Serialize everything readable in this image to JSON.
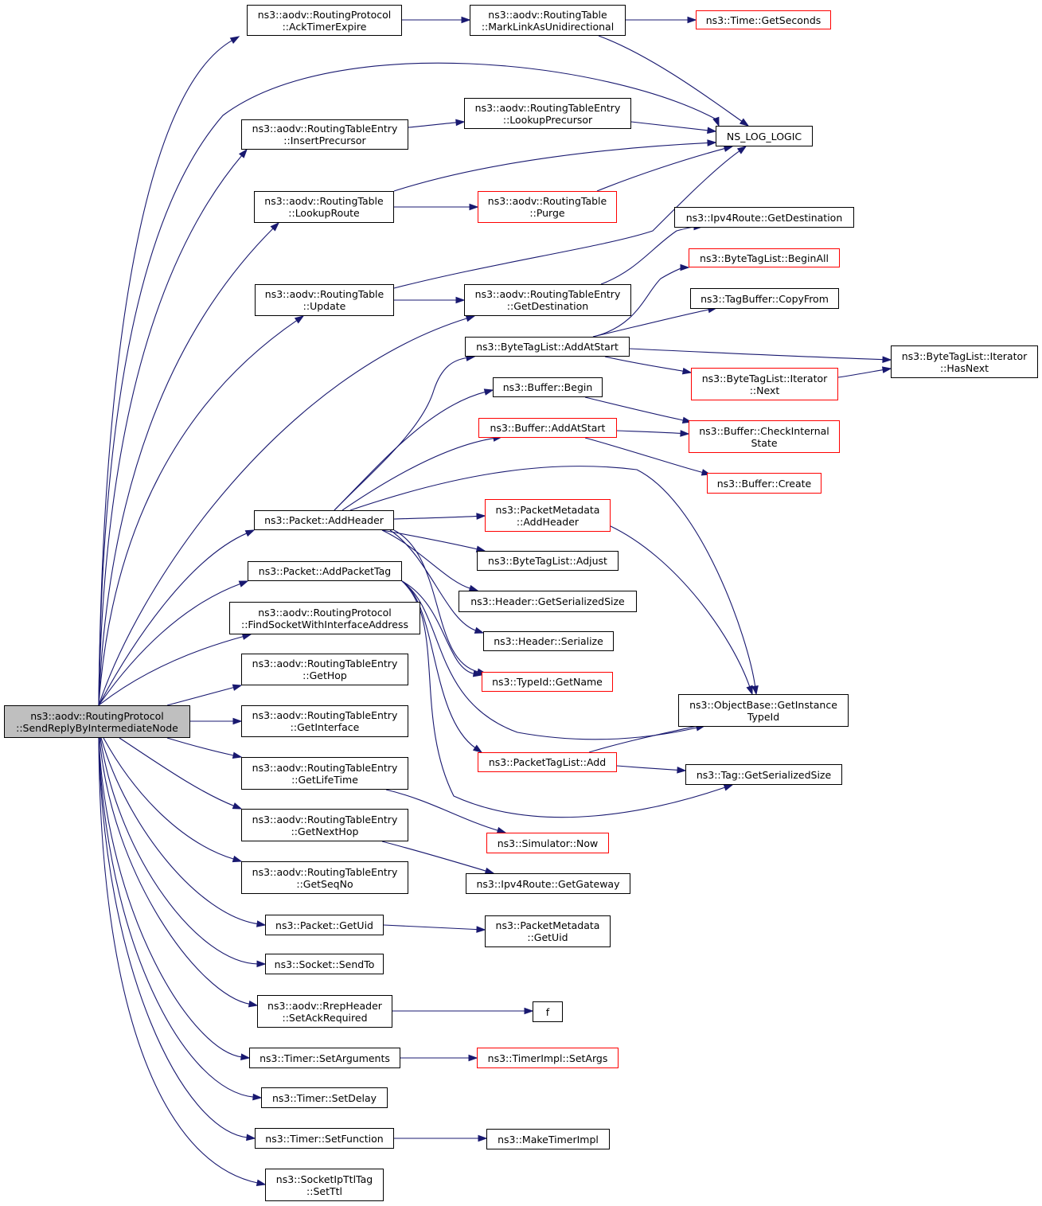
{
  "colors": {
    "edge": "#191970",
    "truncated_border": "#ff0000",
    "normal_border": "#000000",
    "root_fill": "#bfbfbf"
  },
  "nodes": [
    {
      "id": "root",
      "lines": [
        "ns3::aodv::RoutingProtocol",
        "::SendReplyByIntermediateNode"
      ],
      "style": "root"
    },
    {
      "id": "ackTimer",
      "lines": [
        "ns3::aodv::RoutingProtocol",
        "::AckTimerExpire"
      ],
      "style": "normal"
    },
    {
      "id": "markLink",
      "lines": [
        "ns3::aodv::RoutingTable",
        "::MarkLinkAsUnidirectional"
      ],
      "style": "normal"
    },
    {
      "id": "getSeconds",
      "lines": [
        "ns3::Time::GetSeconds"
      ],
      "style": "truncated"
    },
    {
      "id": "nsLog",
      "lines": [
        "NS_LOG_LOGIC"
      ],
      "style": "normal"
    },
    {
      "id": "insertPrec",
      "lines": [
        "ns3::aodv::RoutingTableEntry",
        "::InsertPrecursor"
      ],
      "style": "normal"
    },
    {
      "id": "lookupPrec",
      "lines": [
        "ns3::aodv::RoutingTableEntry",
        "::LookupPrecursor"
      ],
      "style": "normal"
    },
    {
      "id": "lookupRoute",
      "lines": [
        "ns3::aodv::RoutingTable",
        "::LookupRoute"
      ],
      "style": "normal"
    },
    {
      "id": "purge",
      "lines": [
        "ns3::aodv::RoutingTable",
        "::Purge"
      ],
      "style": "truncated"
    },
    {
      "id": "ipv4Dest",
      "lines": [
        "ns3::Ipv4Route::GetDestination"
      ],
      "style": "normal"
    },
    {
      "id": "beginAll",
      "lines": [
        "ns3::ByteTagList::BeginAll"
      ],
      "style": "truncated"
    },
    {
      "id": "update",
      "lines": [
        "ns3::aodv::RoutingTable",
        "::Update"
      ],
      "style": "normal"
    },
    {
      "id": "rteGetDest",
      "lines": [
        "ns3::aodv::RoutingTableEntry",
        "::GetDestination"
      ],
      "style": "normal"
    },
    {
      "id": "copyFrom",
      "lines": [
        "ns3::TagBuffer::CopyFrom"
      ],
      "style": "normal"
    },
    {
      "id": "addAtStartTag",
      "lines": [
        "ns3::ByteTagList::AddAtStart"
      ],
      "style": "normal"
    },
    {
      "id": "hasNext",
      "lines": [
        "ns3::ByteTagList::Iterator",
        "::HasNext"
      ],
      "style": "normal"
    },
    {
      "id": "iterNext",
      "lines": [
        "ns3::ByteTagList::Iterator",
        "::Next"
      ],
      "style": "truncated"
    },
    {
      "id": "bufBegin",
      "lines": [
        "ns3::Buffer::Begin"
      ],
      "style": "normal"
    },
    {
      "id": "bufAddAtStart",
      "lines": [
        "ns3::Buffer::AddAtStart"
      ],
      "style": "truncated"
    },
    {
      "id": "checkInternal",
      "lines": [
        "ns3::Buffer::CheckInternal",
        "State"
      ],
      "style": "truncated"
    },
    {
      "id": "bufCreate",
      "lines": [
        "ns3::Buffer::Create"
      ],
      "style": "truncated"
    },
    {
      "id": "pktAddHeader",
      "lines": [
        "ns3::Packet::AddHeader"
      ],
      "style": "normal"
    },
    {
      "id": "pmAddHeader",
      "lines": [
        "ns3::PacketMetadata",
        "::AddHeader"
      ],
      "style": "truncated"
    },
    {
      "id": "adjust",
      "lines": [
        "ns3::ByteTagList::Adjust"
      ],
      "style": "normal"
    },
    {
      "id": "addPacketTag",
      "lines": [
        "ns3::Packet::AddPacketTag"
      ],
      "style": "normal"
    },
    {
      "id": "hdrSerSize",
      "lines": [
        "ns3::Header::GetSerializedSize"
      ],
      "style": "normal"
    },
    {
      "id": "findSocket",
      "lines": [
        "ns3::aodv::RoutingProtocol",
        "::FindSocketWithInterfaceAddress"
      ],
      "style": "normal"
    },
    {
      "id": "hdrSerialize",
      "lines": [
        "ns3::Header::Serialize"
      ],
      "style": "normal"
    },
    {
      "id": "getHop",
      "lines": [
        "ns3::aodv::RoutingTableEntry",
        "::GetHop"
      ],
      "style": "normal"
    },
    {
      "id": "getName",
      "lines": [
        "ns3::TypeId::GetName"
      ],
      "style": "truncated"
    },
    {
      "id": "getInstTypeId",
      "lines": [
        "ns3::ObjectBase::GetInstance",
        "TypeId"
      ],
      "style": "normal"
    },
    {
      "id": "getInterface",
      "lines": [
        "ns3::aodv::RoutingTableEntry",
        "::GetInterface"
      ],
      "style": "normal"
    },
    {
      "id": "getLifeTime",
      "lines": [
        "ns3::aodv::RoutingTableEntry",
        "::GetLifeTime"
      ],
      "style": "normal"
    },
    {
      "id": "ptlAdd",
      "lines": [
        "ns3::PacketTagList::Add"
      ],
      "style": "truncated"
    },
    {
      "id": "tagSerSize",
      "lines": [
        "ns3::Tag::GetSerializedSize"
      ],
      "style": "normal"
    },
    {
      "id": "getNextHop",
      "lines": [
        "ns3::aodv::RoutingTableEntry",
        "::GetNextHop"
      ],
      "style": "normal"
    },
    {
      "id": "simNow",
      "lines": [
        "ns3::Simulator::Now"
      ],
      "style": "truncated"
    },
    {
      "id": "getSeqNo",
      "lines": [
        "ns3::aodv::RoutingTableEntry",
        "::GetSeqNo"
      ],
      "style": "normal"
    },
    {
      "id": "ipv4Gw",
      "lines": [
        "ns3::Ipv4Route::GetGateway"
      ],
      "style": "normal"
    },
    {
      "id": "pktGetUid",
      "lines": [
        "ns3::Packet::GetUid"
      ],
      "style": "normal"
    },
    {
      "id": "pmGetUid",
      "lines": [
        "ns3::PacketMetadata",
        "::GetUid"
      ],
      "style": "normal"
    },
    {
      "id": "sendTo",
      "lines": [
        "ns3::Socket::SendTo"
      ],
      "style": "normal"
    },
    {
      "id": "setAckReq",
      "lines": [
        "ns3::aodv::RrepHeader",
        "::SetAckRequired"
      ],
      "style": "normal"
    },
    {
      "id": "f",
      "lines": [
        "f"
      ],
      "style": "normal"
    },
    {
      "id": "setArgs",
      "lines": [
        "ns3::Timer::SetArguments"
      ],
      "style": "normal"
    },
    {
      "id": "implSetArgs",
      "lines": [
        "ns3::TimerImpl::SetArgs"
      ],
      "style": "truncated"
    },
    {
      "id": "setDelay",
      "lines": [
        "ns3::Timer::SetDelay"
      ],
      "style": "normal"
    },
    {
      "id": "setFunction",
      "lines": [
        "ns3::Timer::SetFunction"
      ],
      "style": "normal"
    },
    {
      "id": "makeTimer",
      "lines": [
        "ns3::MakeTimerImpl"
      ],
      "style": "normal"
    },
    {
      "id": "setTtl",
      "lines": [
        "ns3::SocketIpTtlTag",
        "::SetTtl"
      ],
      "style": "normal"
    }
  ],
  "edges": [
    {
      "from": "root",
      "to": "ackTimer"
    },
    {
      "from": "root",
      "to": "nsLog"
    },
    {
      "from": "root",
      "to": "insertPrec"
    },
    {
      "from": "root",
      "to": "lookupRoute"
    },
    {
      "from": "root",
      "to": "update"
    },
    {
      "from": "root",
      "to": "rteGetDest"
    },
    {
      "from": "root",
      "to": "pktAddHeader"
    },
    {
      "from": "root",
      "to": "addPacketTag"
    },
    {
      "from": "root",
      "to": "findSocket"
    },
    {
      "from": "root",
      "to": "getHop"
    },
    {
      "from": "root",
      "to": "getInterface"
    },
    {
      "from": "root",
      "to": "getLifeTime"
    },
    {
      "from": "root",
      "to": "getNextHop"
    },
    {
      "from": "root",
      "to": "getSeqNo"
    },
    {
      "from": "root",
      "to": "pktGetUid"
    },
    {
      "from": "root",
      "to": "sendTo"
    },
    {
      "from": "root",
      "to": "setAckReq"
    },
    {
      "from": "root",
      "to": "setArgs"
    },
    {
      "from": "root",
      "to": "setDelay"
    },
    {
      "from": "root",
      "to": "setFunction"
    },
    {
      "from": "root",
      "to": "setTtl"
    },
    {
      "from": "ackTimer",
      "to": "markLink"
    },
    {
      "from": "markLink",
      "to": "getSeconds"
    },
    {
      "from": "markLink",
      "to": "nsLog"
    },
    {
      "from": "insertPrec",
      "to": "lookupPrec"
    },
    {
      "from": "lookupPrec",
      "to": "nsLog"
    },
    {
      "from": "lookupRoute",
      "to": "nsLog"
    },
    {
      "from": "lookupRoute",
      "to": "purge"
    },
    {
      "from": "purge",
      "to": "nsLog"
    },
    {
      "from": "update",
      "to": "nsLog"
    },
    {
      "from": "update",
      "to": "rteGetDest"
    },
    {
      "from": "rteGetDest",
      "to": "ipv4Dest"
    },
    {
      "from": "addAtStartTag",
      "to": "beginAll"
    },
    {
      "from": "addAtStartTag",
      "to": "copyFrom"
    },
    {
      "from": "addAtStartTag",
      "to": "hasNext"
    },
    {
      "from": "addAtStartTag",
      "to": "iterNext"
    },
    {
      "from": "iterNext",
      "to": "hasNext"
    },
    {
      "from": "bufBegin",
      "to": "checkInternal"
    },
    {
      "from": "bufAddAtStart",
      "to": "checkInternal"
    },
    {
      "from": "bufAddAtStart",
      "to": "bufCreate"
    },
    {
      "from": "pktAddHeader",
      "to": "addAtStartTag"
    },
    {
      "from": "pktAddHeader",
      "to": "bufBegin"
    },
    {
      "from": "pktAddHeader",
      "to": "bufAddAtStart"
    },
    {
      "from": "pktAddHeader",
      "to": "getInstTypeId"
    },
    {
      "from": "pktAddHeader",
      "to": "pmAddHeader"
    },
    {
      "from": "pktAddHeader",
      "to": "adjust"
    },
    {
      "from": "pktAddHeader",
      "to": "hdrSerSize"
    },
    {
      "from": "pktAddHeader",
      "to": "hdrSerialize"
    },
    {
      "from": "pktAddHeader",
      "to": "getName"
    },
    {
      "from": "pmAddHeader",
      "to": "getInstTypeId"
    },
    {
      "from": "addPacketTag",
      "to": "getName"
    },
    {
      "from": "addPacketTag",
      "to": "getInstTypeId"
    },
    {
      "from": "addPacketTag",
      "to": "ptlAdd"
    },
    {
      "from": "addPacketTag",
      "to": "tagSerSize"
    },
    {
      "from": "ptlAdd",
      "to": "getInstTypeId"
    },
    {
      "from": "ptlAdd",
      "to": "tagSerSize"
    },
    {
      "from": "getLifeTime",
      "to": "simNow"
    },
    {
      "from": "getNextHop",
      "to": "ipv4Gw"
    },
    {
      "from": "pktGetUid",
      "to": "pmGetUid"
    },
    {
      "from": "setAckReq",
      "to": "f"
    },
    {
      "from": "setArgs",
      "to": "implSetArgs"
    },
    {
      "from": "setFunction",
      "to": "makeTimer"
    }
  ]
}
